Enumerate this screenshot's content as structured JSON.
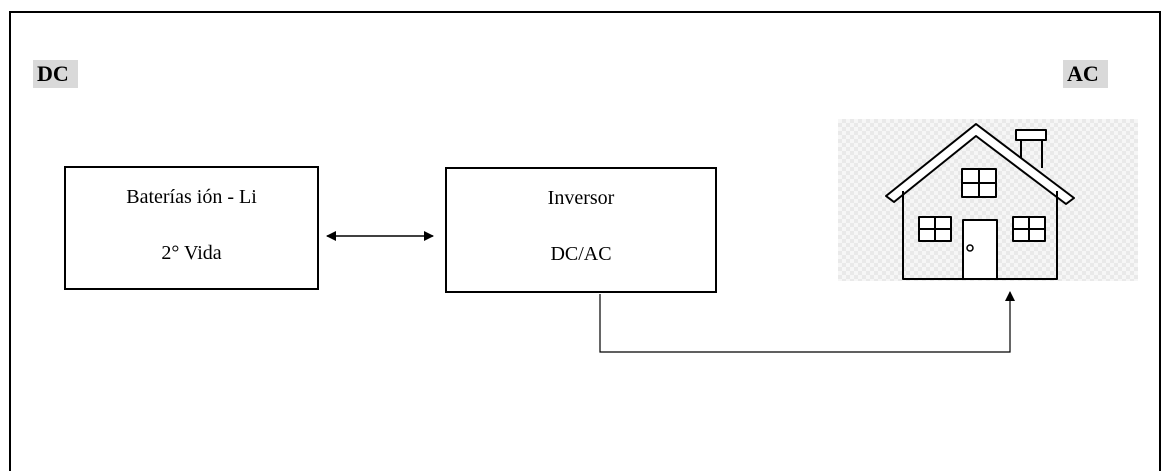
{
  "labels": {
    "dc": "DC",
    "ac": "AC"
  },
  "label_highlight_color": "#d9d9d9",
  "battery": {
    "line1": "Baterías ión - Li",
    "line2": "2° Vida"
  },
  "inverter": {
    "line1": "Inversor",
    "line2": "DC/AC"
  },
  "icons": {
    "house": "house-icon",
    "bidirectional_arrow": "double-headed-arrow",
    "output_arrow": "up-arrow"
  }
}
